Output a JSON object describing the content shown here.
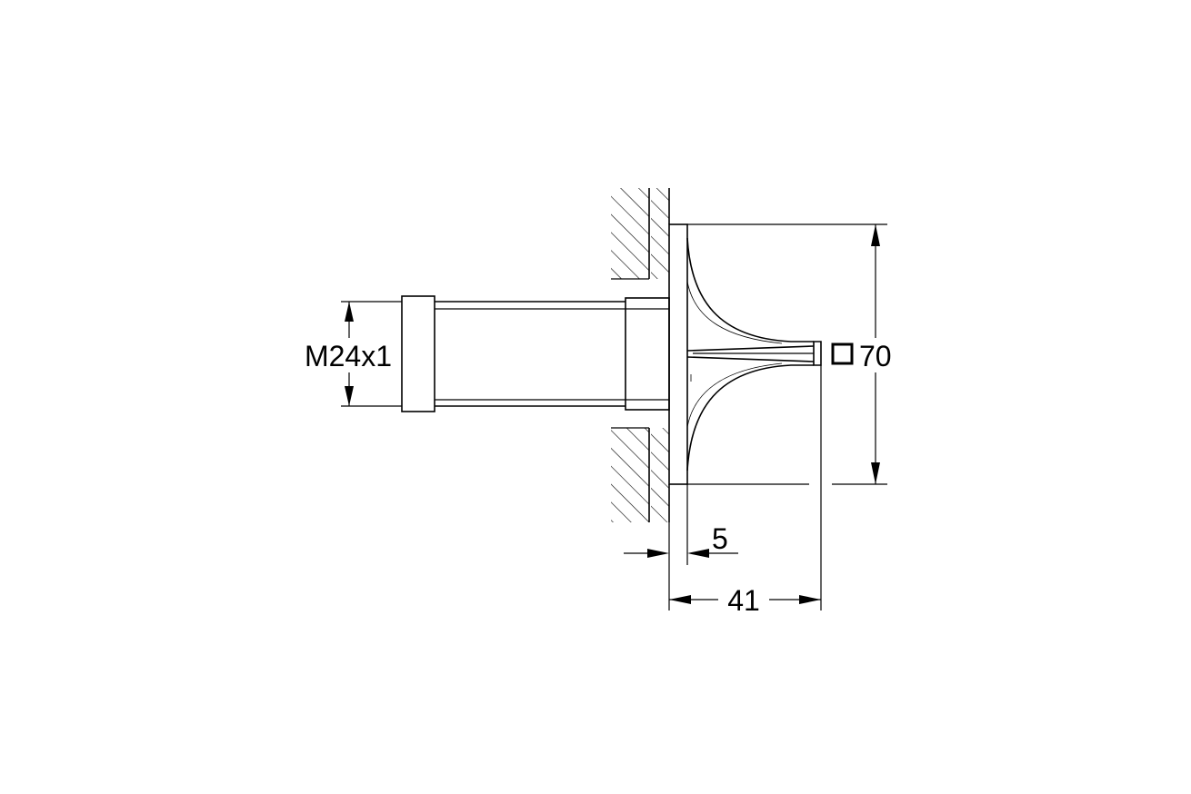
{
  "diagram": {
    "thread_label": "M24x1",
    "square_size_label": "70",
    "wall_offset_label": "5",
    "depth_label": "41"
  },
  "colors": {
    "line": "#000000",
    "background": "#ffffff"
  },
  "icons": {
    "square_symbol": "square-size-icon"
  }
}
